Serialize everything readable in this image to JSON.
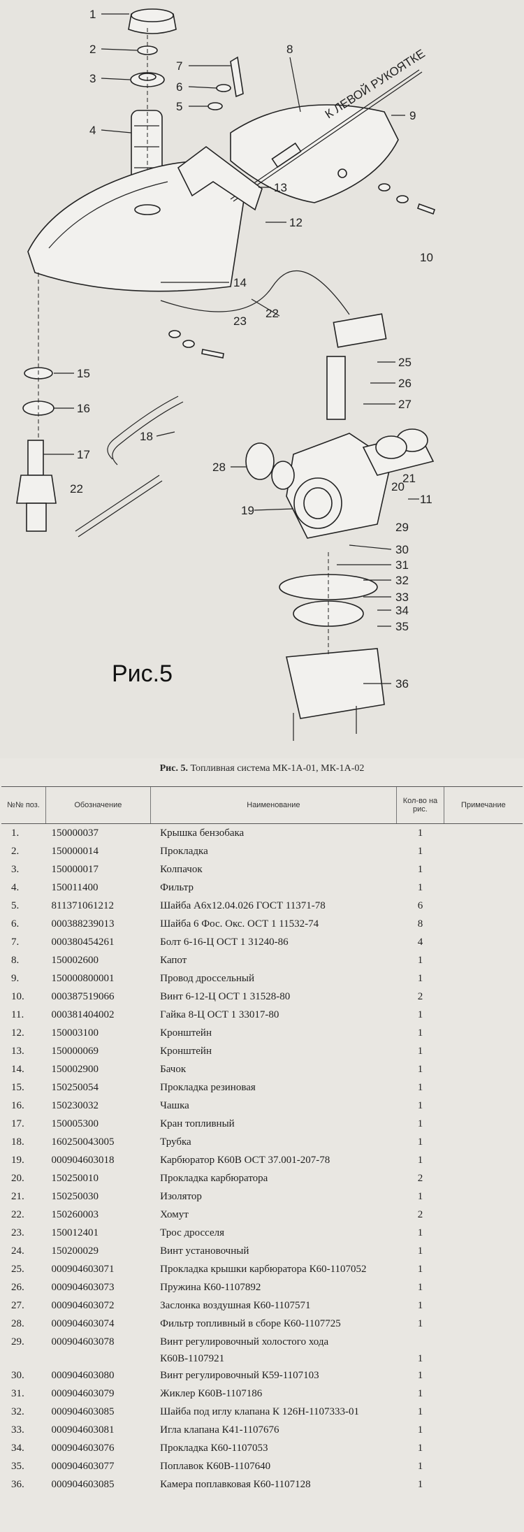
{
  "figure": {
    "label": "Рис.5",
    "cable_note": "К ЛЕВОЙ РУКОЯТКЕ",
    "callouts": [
      "1",
      "2",
      "3",
      "4",
      "5",
      "6",
      "7",
      "8",
      "9",
      "10",
      "11",
      "12",
      "13",
      "14",
      "15",
      "16",
      "17",
      "18",
      "19",
      "20",
      "21",
      "22",
      "23",
      "25",
      "26",
      "27",
      "28",
      "29",
      "30",
      "31",
      "32",
      "33",
      "34",
      "35",
      "36"
    ]
  },
  "caption": {
    "prefix": "Рис. 5.",
    "text": "Топливная система МК-1А-01, МК-1А-02"
  },
  "table": {
    "headers": {
      "num": "№№ поз.",
      "code": "Обозначение",
      "name": "Наименование",
      "qty": "Кол-во на рис.",
      "note": "Примечание"
    },
    "rows": [
      {
        "num": "1.",
        "code": "150000037",
        "name": "Крышка бензобака",
        "qty": "1"
      },
      {
        "num": "2.",
        "code": "150000014",
        "name": "Прокладка",
        "qty": "1"
      },
      {
        "num": "3.",
        "code": "150000017",
        "name": "Колпачок",
        "qty": "1"
      },
      {
        "num": "4.",
        "code": "150011400",
        "name": "Фильтр",
        "qty": "1"
      },
      {
        "num": "5.",
        "code": "811371061212",
        "name": "Шайба А6х12.04.026 ГОСТ 11371-78",
        "qty": "6"
      },
      {
        "num": "6.",
        "code": "000388239013",
        "name": "Шайба 6 Фос. Окс. ОСТ 1 11532-74",
        "qty": "8"
      },
      {
        "num": "7.",
        "code": "000380454261",
        "name": "Болт 6-16-Ц ОСТ 1 31240-86",
        "qty": "4"
      },
      {
        "num": "8.",
        "code": "150002600",
        "name": "Капот",
        "qty": "1"
      },
      {
        "num": "9.",
        "code": "150000800001",
        "name": "Провод дроссельный",
        "qty": "1"
      },
      {
        "num": "10.",
        "code": "000387519066",
        "name": "Винт 6-12-Ц ОСТ 1 31528-80",
        "qty": "2"
      },
      {
        "num": "11.",
        "code": "000381404002",
        "name": "Гайка 8-Ц ОСТ 1 33017-80",
        "qty": "1"
      },
      {
        "num": "12.",
        "code": "150003100",
        "name": "Кронштейн",
        "qty": "1"
      },
      {
        "num": "13.",
        "code": "150000069",
        "name": "Кронштейн",
        "qty": "1"
      },
      {
        "num": "14.",
        "code": "150002900",
        "name": "Бачок",
        "qty": "1"
      },
      {
        "num": "15.",
        "code": "150250054",
        "name": "Прокладка резиновая",
        "qty": "1"
      },
      {
        "num": "16.",
        "code": "150230032",
        "name": "Чашка",
        "qty": "1"
      },
      {
        "num": "17.",
        "code": "150005300",
        "name": "Кран топливный",
        "qty": "1"
      },
      {
        "num": "18.",
        "code": "160250043005",
        "name": "Трубка",
        "qty": "1"
      },
      {
        "num": "19.",
        "code": "000904603018",
        "name": "Карбюратор К60В ОСТ 37.001-207-78",
        "qty": "1"
      },
      {
        "num": "20.",
        "code": "150250010",
        "name": "Прокладка карбюратора",
        "qty": "2"
      },
      {
        "num": "21.",
        "code": "150250030",
        "name": "Изолятор",
        "qty": "1"
      },
      {
        "num": "22.",
        "code": "150260003",
        "name": "Хомут",
        "qty": "2"
      },
      {
        "num": "23.",
        "code": "150012401",
        "name": "Трос дросселя",
        "qty": "1"
      },
      {
        "num": "24.",
        "code": "150200029",
        "name": "Винт установочный",
        "qty": "1"
      },
      {
        "num": "25.",
        "code": "000904603071",
        "name": "Прокладка крышки карбюратора К60-1107052",
        "qty": "1"
      },
      {
        "num": "26.",
        "code": "000904603073",
        "name": "Пружина К60-1107892",
        "qty": "1"
      },
      {
        "num": "27.",
        "code": "000904603072",
        "name": "Заслонка воздушная К60-1107571",
        "qty": "1"
      },
      {
        "num": "28.",
        "code": "000904603074",
        "name": "Фильтр топливный в сборе К60-1107725",
        "qty": "1"
      },
      {
        "num": "29.",
        "code": "000904603078",
        "name": "Винт регулировочный холостого хода",
        "qty": ""
      },
      {
        "num": "",
        "code": "",
        "name": "К60В-1107921",
        "qty": "1",
        "cont": true
      },
      {
        "num": "30.",
        "code": "000904603080",
        "name": "Винт регулировочный К59-1107103",
        "qty": "1"
      },
      {
        "num": "31.",
        "code": "000904603079",
        "name": "Жиклер К60В-1107186",
        "qty": "1"
      },
      {
        "num": "32.",
        "code": "000904603085",
        "name": "Шайба под иглу клапана К 126Н-1107333-01",
        "qty": "1"
      },
      {
        "num": "33.",
        "code": "000904603081",
        "name": "Игла клапана К41-1107676",
        "qty": "1"
      },
      {
        "num": "34.",
        "code": "000904603076",
        "name": "Прокладка К60-1107053",
        "qty": "1"
      },
      {
        "num": "35.",
        "code": "000904603077",
        "name": "Поплавок К60В-1107640",
        "qty": "1"
      },
      {
        "num": "36.",
        "code": "000904603085",
        "name": "Камера поплавковая К60-1107128",
        "qty": "1"
      }
    ]
  }
}
